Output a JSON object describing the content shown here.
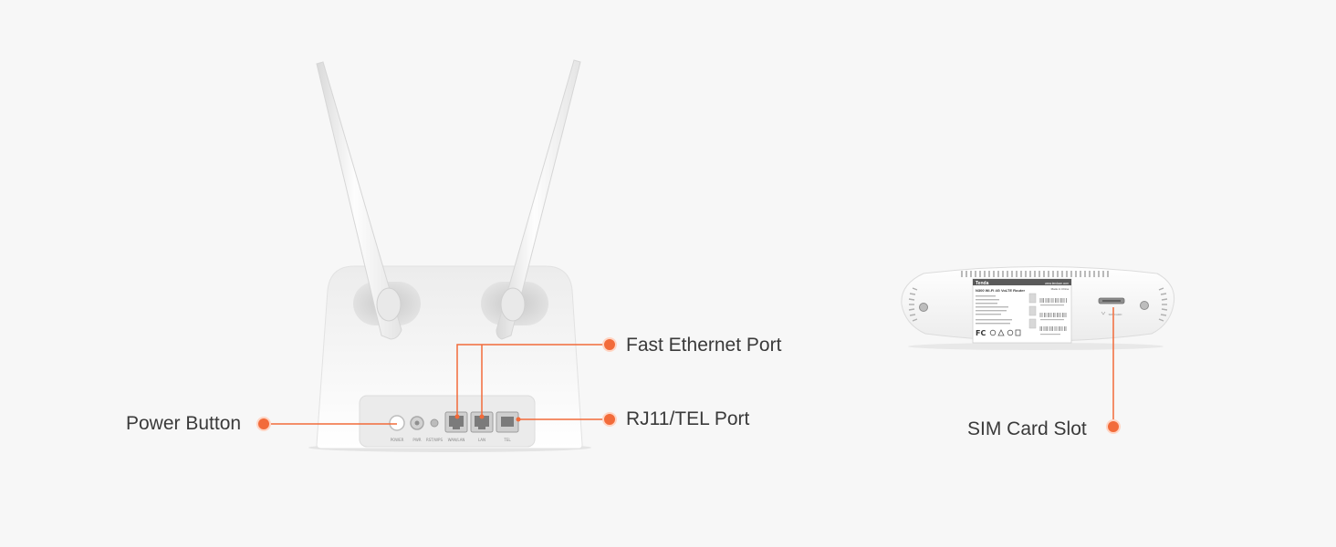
{
  "callouts": {
    "fast_ethernet": "Fast Ethernet Port",
    "rj11": "RJ11/TEL Port",
    "power": "Power Button",
    "sim": "SIM Card Slot"
  },
  "router_back": {
    "port_labels": [
      "POWER",
      "PWR",
      "RST/WPS",
      "WAN/LAN",
      "LAN",
      "TEL"
    ]
  },
  "router_bottom": {
    "label": {
      "brand": "Tenda",
      "website": "www.tendacn.com",
      "product": "N300 Wi-Fi 4G VoLTE Router",
      "origin": "Made in China"
    },
    "slot_text": "SIM CARD"
  },
  "colors": {
    "accent": "#f26b3a",
    "text": "#3a3a3a",
    "background": "#f7f7f7",
    "router": "#ffffff"
  }
}
